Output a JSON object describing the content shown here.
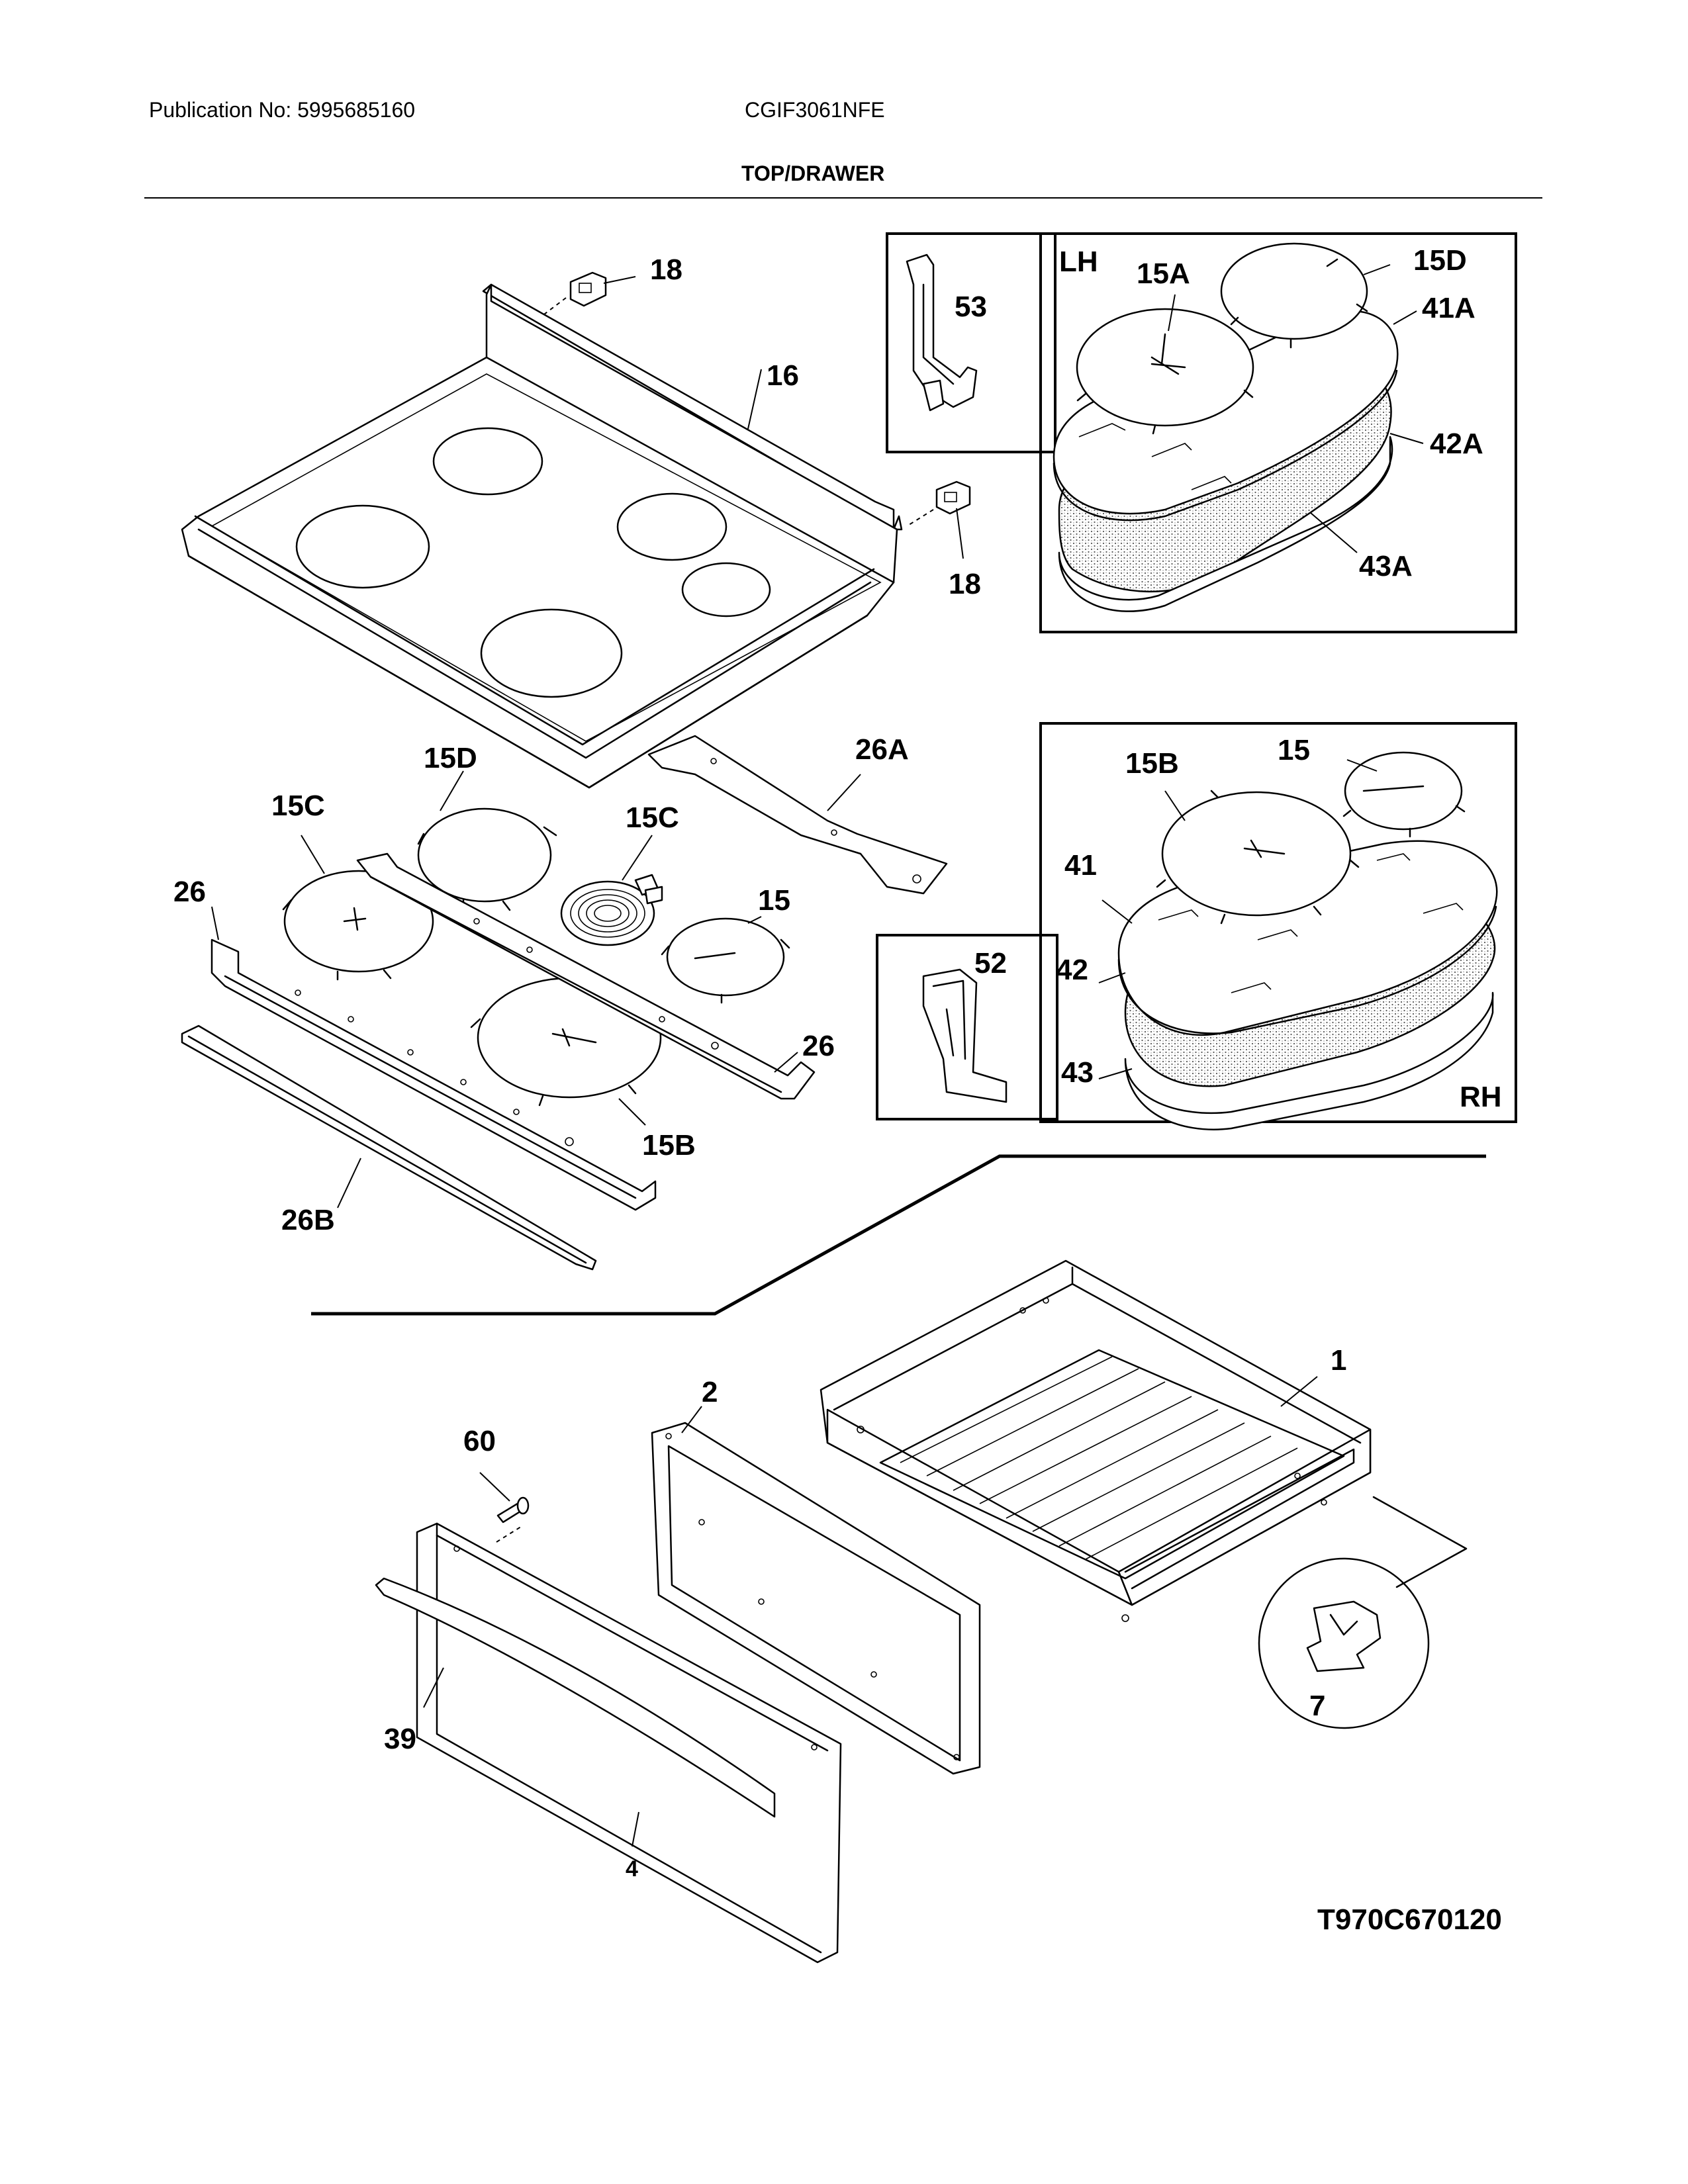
{
  "header": {
    "publication": "Publication No: 5995685160",
    "model": "CGIF3061NFE",
    "section_title": "TOP/DRAWER"
  },
  "figure_id": "T970C670120",
  "insets": {
    "left_hand": "LH",
    "right_hand": "RH"
  },
  "callouts": {
    "p1": "1",
    "p2": "2",
    "p4": "4",
    "p7": "7",
    "p15_top": "15",
    "p15_lower": "15",
    "p15A": "15A",
    "p15B_lower": "15B",
    "p15B_inset": "15B",
    "p15C_left": "15C",
    "p15C_center": "15C",
    "p15D_inset": "15D",
    "p15D_lower": "15D",
    "p16": "16",
    "p18_top": "18",
    "p18_right": "18",
    "p26_left": "26",
    "p26_right": "26",
    "p26A": "26A",
    "p26B": "26B",
    "p39": "39",
    "p41": "41",
    "p41A": "41A",
    "p42": "42",
    "p42A": "42A",
    "p43": "43",
    "p43A": "43A",
    "p52": "52",
    "p53": "53",
    "p60": "60"
  }
}
